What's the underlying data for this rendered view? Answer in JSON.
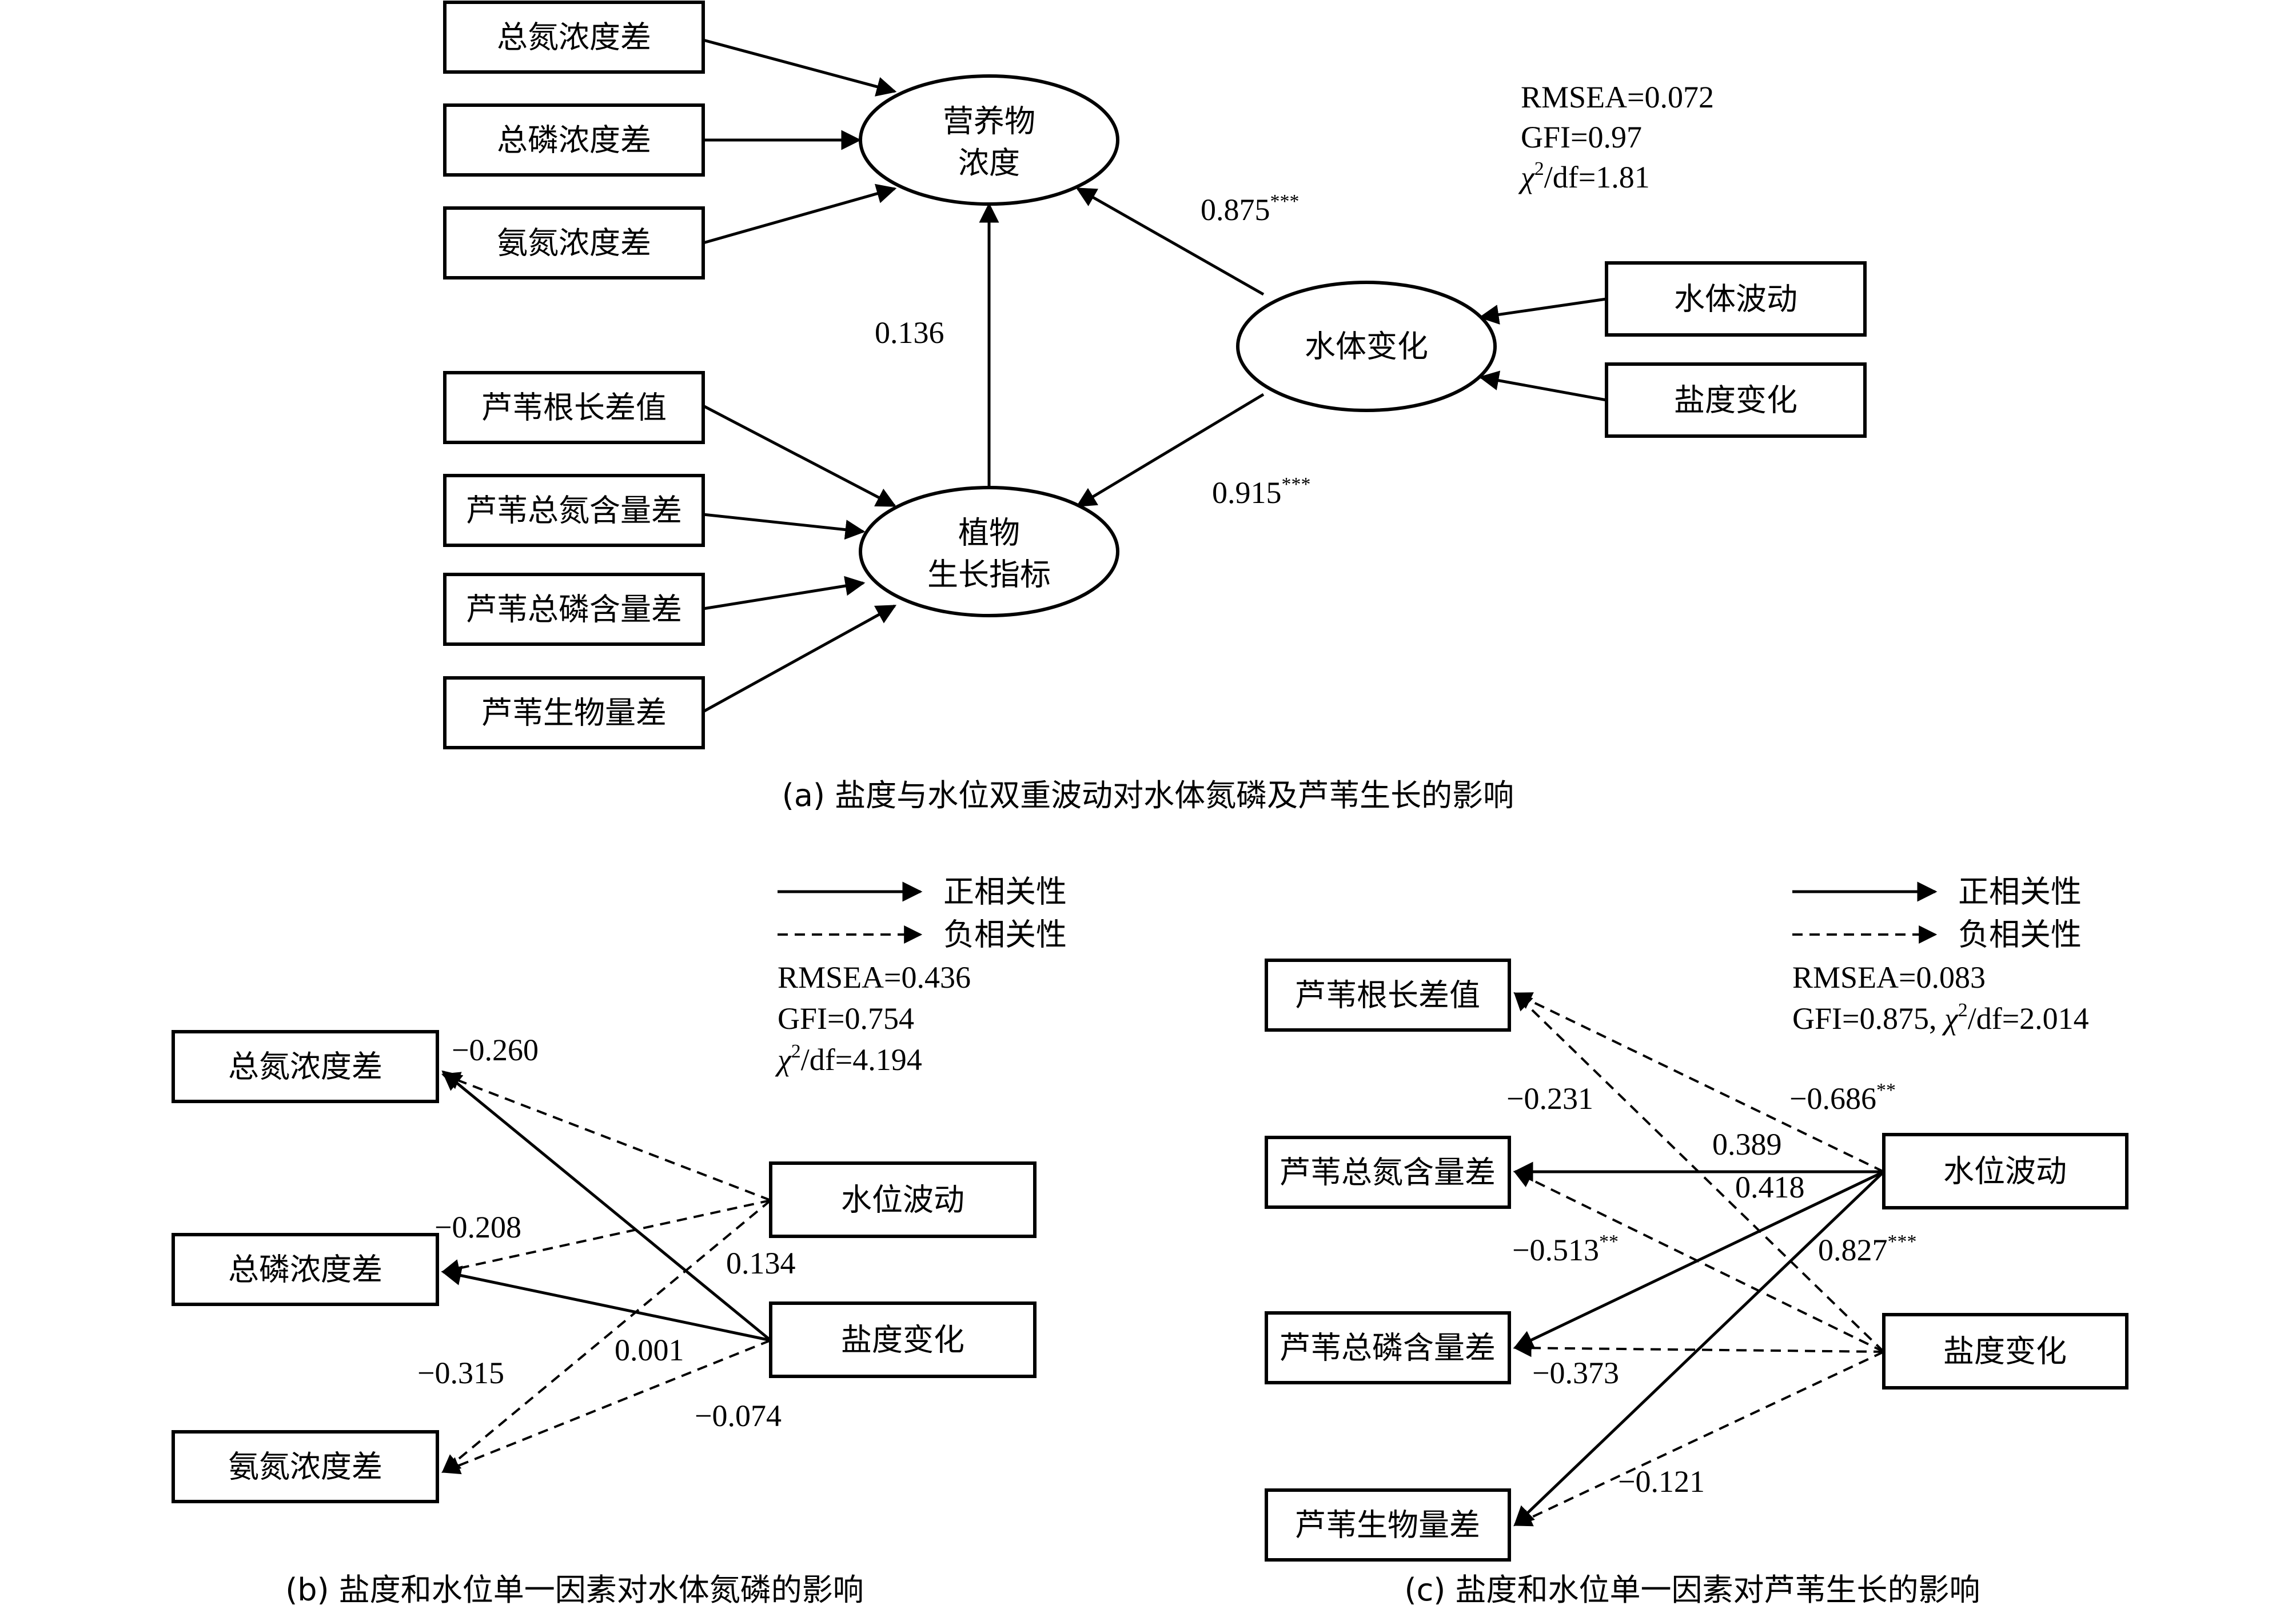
{
  "panel_a": {
    "caption": "(a) 盐度与水位双重波动对水体氮磷及芦苇生长的影响",
    "boxes": {
      "tn": "总氮浓度差",
      "tp": "总磷浓度差",
      "an": "氨氮浓度差",
      "root": "芦苇根长差值",
      "rtn": "芦苇总氮含量差",
      "rtp": "芦苇总磷含量差",
      "bio": "芦苇生物量差",
      "wf": "水体波动",
      "sc": "盐度变化"
    },
    "latent": {
      "nutrient_l1": "营养物",
      "nutrient_l2": "浓度",
      "water": "水体变化",
      "plant_l1": "植物",
      "plant_l2": "生长指标"
    },
    "coef": {
      "water_nutrient": "0.875",
      "water_nutrient_sig": "***",
      "plant_nutrient": "0.136",
      "water_plant": "0.915",
      "water_plant_sig": "***"
    },
    "fit": {
      "rmsea": "RMSEA=0.072",
      "gfi": "GFI=0.97",
      "chi_sym": "χ",
      "chi_sup": "2",
      "chi_rest": "/df=1.81"
    }
  },
  "panel_b": {
    "caption": "(b) 盐度和水位单一因素对水体氮磷的影响",
    "legend": {
      "positive": "正相关性",
      "negative": "负相关性"
    },
    "fit": {
      "rmsea": "RMSEA=0.436",
      "gfi": "GFI=0.754",
      "chi_sym": "χ",
      "chi_sup": "2",
      "chi_rest": "/df=4.194"
    },
    "boxes": {
      "tn": "总氮浓度差",
      "tp": "总磷浓度差",
      "an": "氨氮浓度差",
      "wl": "水位波动",
      "sc": "盐度变化"
    },
    "coef": {
      "wl_tn": "−0.260",
      "wl_tp": "−0.208",
      "sc_tp": "0.134",
      "sc_tn": "0.001",
      "wl_an": "−0.315",
      "sc_an": "−0.074"
    }
  },
  "panel_c": {
    "caption": "(c) 盐度和水位单一因素对芦苇生长的影响",
    "legend": {
      "positive": "正相关性",
      "negative": "负相关性"
    },
    "fit": {
      "rmsea": "RMSEA=0.083",
      "gfi_chi_prefix": "GFI=0.875, ",
      "chi_sym": "χ",
      "chi_sup": "2",
      "chi_rest": "/df=2.014"
    },
    "boxes": {
      "root": "芦苇根长差值",
      "rtn": "芦苇总氮含量差",
      "rtp": "芦苇总磷含量差",
      "bio": "芦苇生物量差",
      "wl": "水位波动",
      "sc": "盐度变化"
    },
    "coef": {
      "sc_root": "−0.231",
      "wl_root": "−0.686",
      "wl_root_sig": "**",
      "wl_rtn": "0.389",
      "sc_rtn": "0.418",
      "wl_bio": "0.827",
      "wl_bio_sig": "***",
      "wl_rtp": "−0.513",
      "wl_rtp_sig": "**",
      "sc_rtp": "−0.373",
      "sc_bio": "−0.121"
    }
  }
}
